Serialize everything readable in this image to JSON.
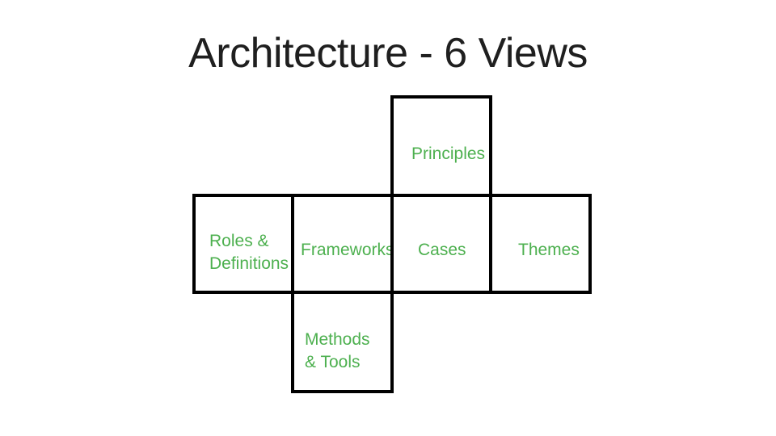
{
  "slide": {
    "title": "Architecture - 6 Views"
  },
  "theme": {
    "background": "#ffffff",
    "title_color": "#1f1f1f",
    "label_color": "#4db04f",
    "border_color": "#000000"
  },
  "diagram": {
    "description": "unfolded-cube grid of six labeled views",
    "boxes": {
      "principles": {
        "label": "Principles"
      },
      "roles": {
        "line1": "Roles &",
        "line2": "Definitions"
      },
      "frameworks": {
        "label": "Frameworks"
      },
      "cases": {
        "label": "Cases"
      },
      "themes": {
        "label": "Themes"
      },
      "methods": {
        "line1": "Methods",
        "line2": "& Tools"
      }
    }
  }
}
